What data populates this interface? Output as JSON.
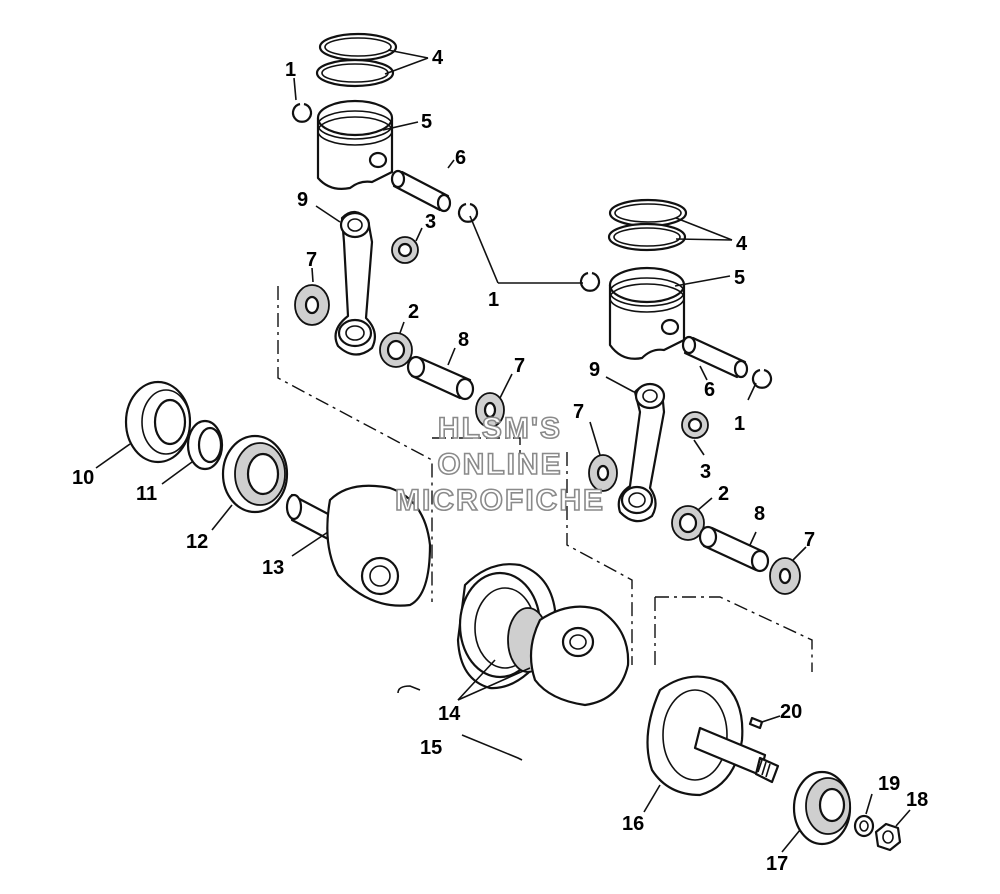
{
  "watermark": {
    "lines": [
      "HLSM'S",
      "ONLINE",
      "MICROFICHE"
    ]
  },
  "callouts": {
    "c1a": "1",
    "c1b": "1",
    "c1c": "1",
    "c2a": "2",
    "c2b": "2",
    "c3a": "3",
    "c3b": "3",
    "c4a": "4",
    "c4b": "4",
    "c5a": "5",
    "c5b": "5",
    "c6a": "6",
    "c6b": "6",
    "c7a": "7",
    "c7b": "7",
    "c7c": "7",
    "c7d": "7",
    "c8a": "8",
    "c8b": "8",
    "c9a": "9",
    "c9b": "9",
    "c10": "10",
    "c11": "11",
    "c12": "12",
    "c13": "13",
    "c14": "14",
    "c15": "15",
    "c16": "16",
    "c17": "17",
    "c18": "18",
    "c19": "19",
    "c20": "20"
  }
}
